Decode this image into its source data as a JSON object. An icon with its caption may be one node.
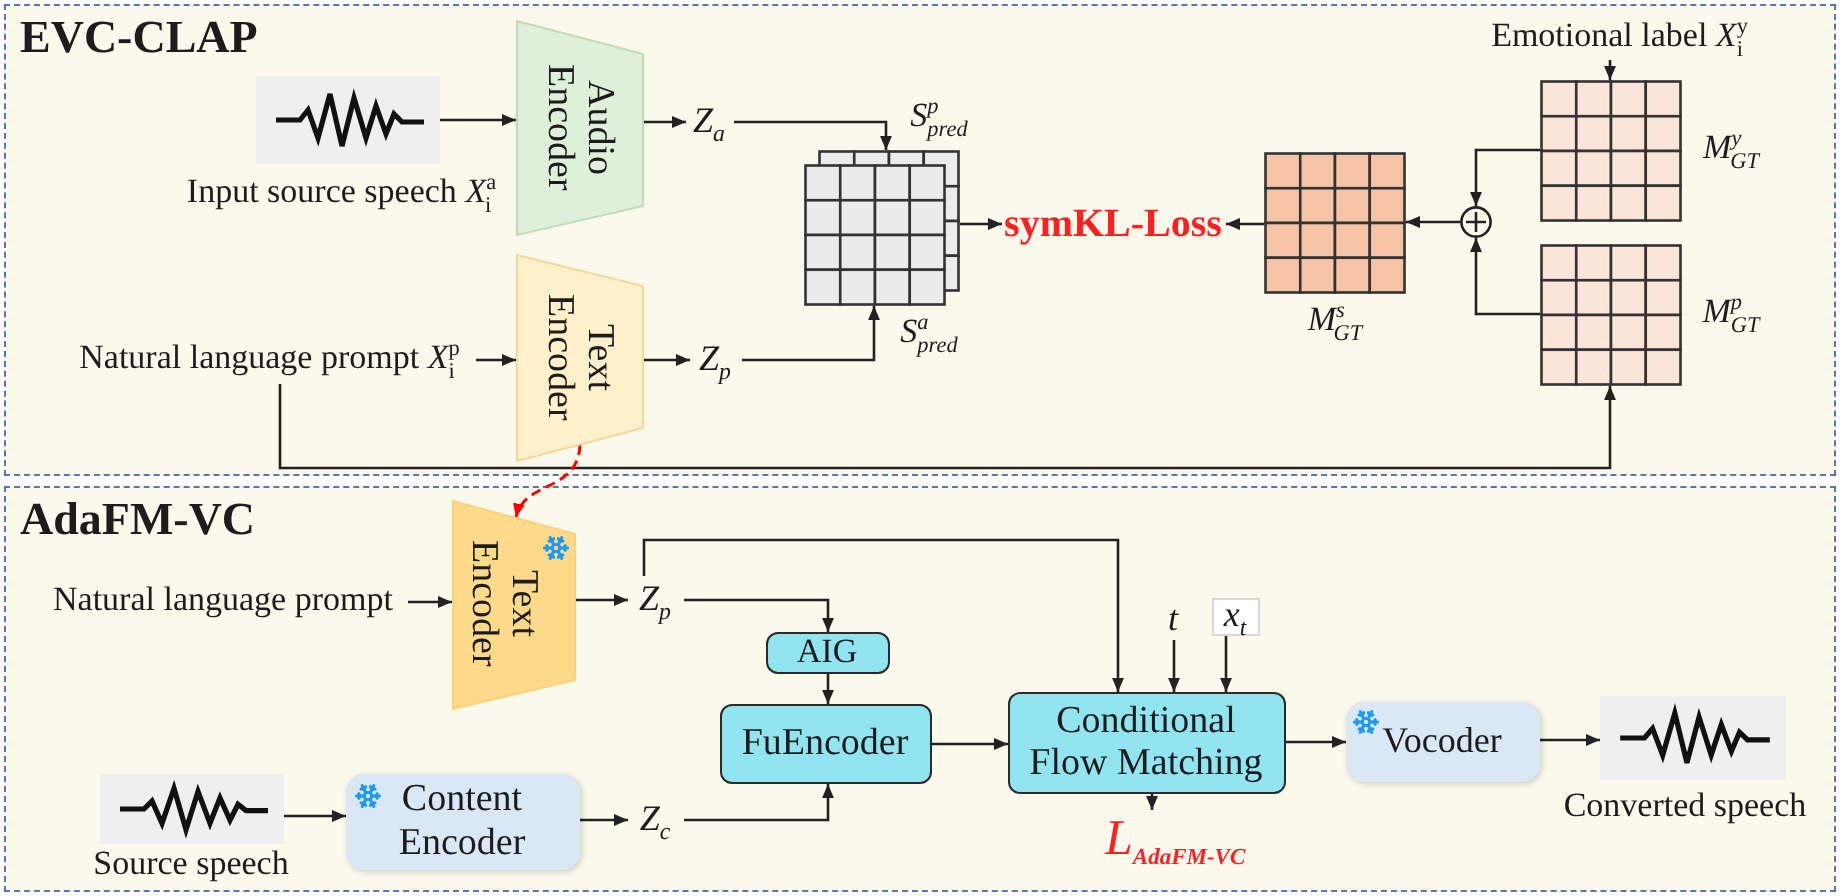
{
  "diagram": {
    "nodes": [
      {
        "text": [
          "EVC-CLAP"
        ]
      },
      {
        "text": [],
        "shape": "picture",
        "in": 0,
        "beside": [
          "Input source speech *X*$^{a}$$_{i}$"
        ]
      },
      {
        "text": [
          "Audio Encoder"
        ],
        "in": 0
      },
      {
        "text": [
          "Z$_{a}$"
        ],
        "in": 0
      },
      {
        "text": [],
        "shape": "grid",
        "in": 0,
        "beside": [
          "S$^{p}$$_{pred}$",
          "S$^{a}$$_{pred}$"
        ]
      },
      {
        "text": [
          "Emotional label *X*$^{y}$$_{i}$"
        ],
        "in": 0
      },
      {
        "text": [],
        "shape": "grid",
        "in": 0,
        "beside": [
          "M$^{y}$$_{GT}$"
        ]
      },
      {
        "text": [],
        "shape": "grid",
        "in": 0,
        "beside": [
          "M$^{s}$$_{GT}$"
        ]
      },
      {
        "text": [],
        "shape": "circle",
        "in": 0
      },
      {
        "text": [
          "symKL-Loss"
        ],
        "in": 0
      },
      {
        "text": [
          "Natural language prompt *X*$^{p}$$_{i}$"
        ],
        "in": 0
      },
      {
        "text": [
          "Text Encoder"
        ],
        "in": 0
      },
      {
        "text": [
          "Z$_{p}$"
        ],
        "in": 0
      },
      {
        "text": [],
        "shape": "grid",
        "in": 0,
        "beside": [
          "M$^{p}$$_{GT}$"
        ]
      },
      {
        "text": [
          "AdaFM-VC"
        ]
      },
      {
        "text": [
          "Text Encoder"
        ],
        "in": 14
      },
      {
        "text": [
          "Natural language prompt"
        ],
        "in": 14
      },
      {
        "text": [
          "Z$_{p}$"
        ],
        "in": 14
      },
      {
        "text": [
          "AIG"
        ],
        "in": 14
      },
      {
        "text": [
          "FuEncoder"
        ],
        "in": 14
      },
      {
        "text": [
          "t"
        ],
        "in": 14
      },
      {
        "text": [
          "x$_{t}$"
        ],
        "in": 14
      },
      {
        "text": [
          "Conditional Flow Matching"
        ],
        "in": 14
      },
      {
        "text": [],
        "shape": "picture",
        "in": 14,
        "beside": [
          "Source speech"
        ]
      },
      {
        "text": [
          "Content Encoder"
        ],
        "in": 14
      },
      {
        "text": [
          "Z$_{c}$"
        ],
        "in": 14
      },
      {
        "text": [
          "L$_{AdaFM-VC}$"
        ],
        "in": 14
      },
      {
        "text": [
          "Vocoder"
        ],
        "in": 14
      },
      {
        "text": [],
        "shape": "picture",
        "in": 14,
        "beside": [
          "Converted speech"
        ]
      }
    ],
    "edges": [
      {
        "from": 1,
        "to": 2,
        "arrow": "to"
      },
      {
        "from": 2,
        "to": 3,
        "arrow": "to"
      },
      {
        "from": 3,
        "to": 4,
        "arrow": "to"
      },
      {
        "from": 10,
        "to": 11,
        "arrow": "to"
      },
      {
        "from": 11,
        "to": 12,
        "arrow": "to"
      },
      {
        "from": 12,
        "to": 4,
        "arrow": "to"
      },
      {
        "from": 4,
        "to": 9,
        "arrow": "to"
      },
      {
        "from": 7,
        "to": 9,
        "arrow": "to"
      },
      {
        "from": 8,
        "to": 7,
        "arrow": "to"
      },
      {
        "from": 6,
        "to": 8,
        "arrow": "to"
      },
      {
        "from": 13,
        "to": 8,
        "arrow": "to"
      },
      {
        "from": 5,
        "to": 6,
        "arrow": "to"
      },
      {
        "from": 10,
        "to": 13,
        "arrow": "to"
      },
      {
        "from": 11,
        "to": 15,
        "arrow": "to",
        "style": "dashed",
        "color": "#ff0000"
      },
      {
        "from": 16,
        "to": 15,
        "arrow": "to"
      },
      {
        "from": 15,
        "to": 17,
        "arrow": "to"
      },
      {
        "from": 17,
        "to": 18,
        "arrow": "to"
      },
      {
        "from": 17,
        "to": 22,
        "arrow": "to"
      },
      {
        "from": 18,
        "to": 19,
        "arrow": "to"
      },
      {
        "from": 25,
        "to": 19,
        "arrow": "to"
      },
      {
        "from": 19,
        "to": 22,
        "arrow": "to"
      },
      {
        "from": 20,
        "to": 22,
        "arrow": "to"
      },
      {
        "from": 21,
        "to": 22,
        "arrow": "to"
      },
      {
        "from": 22,
        "to": 26,
        "arrow": "to"
      },
      {
        "from": 22,
        "to": 27,
        "arrow": "to"
      },
      {
        "from": 27,
        "to": 28,
        "arrow": "to"
      },
      {
        "from": 23,
        "to": 24,
        "arrow": "to"
      },
      {
        "from": 24,
        "to": 25,
        "arrow": "to"
      }
    ]
  }
}
